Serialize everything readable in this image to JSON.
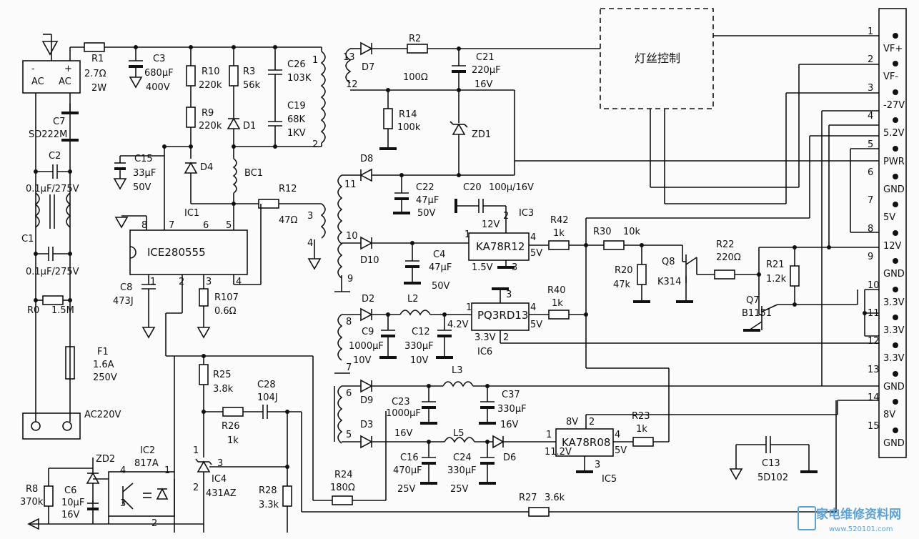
{
  "title": "灯丝控制",
  "watermark": {
    "text": "家电维修资料网",
    "url": "www.520101.com"
  },
  "connector": {
    "pins": [
      "1",
      "2",
      "3",
      "4",
      "5",
      "6",
      "7",
      "8",
      "9",
      "10",
      "11",
      "12",
      "13",
      "14",
      "15"
    ],
    "signals": [
      "VF+",
      "VF-",
      "-27V",
      "5.2V",
      "PWR",
      "GND",
      "5V",
      "12V",
      "GND",
      "3.3V",
      "3.3V",
      "3.3V",
      "GND",
      "8V",
      "GND"
    ]
  },
  "components": {
    "bridge_ac_left": "AC",
    "bridge_ac_right": "AC",
    "bridge_minus": "-",
    "bridge_plus": "+",
    "R1": "R1",
    "R1_val": "2.7Ω",
    "R1_pwr": "2W",
    "C3": "C3",
    "C3_val": "680μF",
    "C3_v": "400V",
    "C7": "C7",
    "C7_val": "SD222M",
    "C2": "C2",
    "C2_val": "0.1μF/275V",
    "C1": "C1",
    "C1_val": "0.1μF/275V",
    "R0": "R0",
    "R0_val": "1.5M",
    "F1": "F1",
    "F1_val": "1.6A",
    "F1_v": "250V",
    "AC220V": "AC220V",
    "R10": "R10",
    "R10_val": "220k",
    "R9": "R9",
    "R9_val": "220k",
    "R3": "R3",
    "R3_val": "56k",
    "D1": "D1",
    "D4": "D4",
    "BC1": "BC1",
    "C26": "C26",
    "C26_val": "103K",
    "C19": "C19",
    "C19_val": "68K",
    "C19_v": "1KV",
    "T1": "1",
    "T2": "2",
    "T3": "3",
    "T4": "4",
    "R12": "R12",
    "R12_val": "47Ω",
    "C15": "C15",
    "C15_val": "33μF",
    "C15_v": "50V",
    "IC1": "IC1",
    "IC1_part": "ICE280555",
    "IC1_p8": "8",
    "IC1_p7": "7",
    "IC1_p6": "6",
    "IC1_p5": "5",
    "IC1_p1": "1",
    "IC1_p2": "2",
    "IC1_p3": "3",
    "IC1_p4": "4",
    "C8": "C8",
    "C8_val": "473J",
    "R107": "R107",
    "R107_val": "0.6Ω",
    "R25": "R25",
    "R25_val": "3.8k",
    "R26": "R26",
    "R26_val": "1k",
    "C28": "C28",
    "C28_val": "104J",
    "IC4": "IC4",
    "IC4_part": "431AZ",
    "IC4_p1": "1",
    "IC4_p2": "2",
    "IC4_p3": "3",
    "R28": "R28",
    "R28_val": "3.3k",
    "IC2": "IC2",
    "IC2_part": "817A",
    "IC2_p1": "1",
    "IC2_p2": "2",
    "IC2_p3": "3",
    "IC2_p4": "4",
    "ZD2": "ZD2",
    "C6": "C6",
    "C6_val": "10μF",
    "C6_v": "16V",
    "R8": "R8",
    "R8_val": "370k",
    "R24": "R24",
    "R24_val": "180Ω",
    "R27": "R27",
    "R27_val": "3.6k",
    "S13": "13",
    "S12": "12",
    "D7": "D7",
    "R2": "R2",
    "R2_val": "100Ω",
    "C21": "C21",
    "C21_val": "220μF",
    "C21_v": "16V",
    "R14": "R14",
    "R14_val": "100k",
    "ZD1": "ZD1",
    "D8": "D8",
    "S11": "11",
    "C22": "C22",
    "C22_val": "47μF",
    "C22_v": "50V",
    "C20": "C20",
    "C20_val": "100μ/16V",
    "S10": "10",
    "D10": "D10",
    "S9": "9",
    "C4": "C4",
    "C4_val": "47μF",
    "C4_v": "50V",
    "IC3": "IC3",
    "IC3_part": "KA78R12",
    "IC3_p1": "1",
    "IC3_p2": "2",
    "IC3_p3": "3",
    "IC3_p4": "4",
    "IC3_in": "12V",
    "IC3_out": "5V",
    "IC3_ctl": "1.5V",
    "R42": "R42",
    "R42_val": "1k",
    "R30": "R30",
    "R30_val": "10k",
    "R20": "R20",
    "R20_val": "47k",
    "Q8": "Q8",
    "Q8_part": "K314",
    "R22": "R22",
    "R22_val": "220Ω",
    "R21": "R21",
    "R21_val": "1.2k",
    "Q7": "Q7",
    "Q7_part": "B1151",
    "D2": "D2",
    "L2": "L2",
    "S8": "8",
    "S7": "7",
    "C9": "C9",
    "C9_val": "1000μF",
    "C9_v": "10V",
    "C12": "C12",
    "C12_val": "330μF",
    "C12_v": "10V",
    "IC6": "IC6",
    "IC6_part": "PQ3RD13",
    "IC6_p1": "1",
    "IC6_p2": "2",
    "IC6_p3": "3",
    "IC6_p4": "4",
    "IC6_in": "4.2V",
    "IC6_out": "5V",
    "IC6_ctl": "3.3V",
    "R40": "R40",
    "R40_val": "1k",
    "S6": "6",
    "D9": "D9",
    "L3": "L3",
    "S5": "5",
    "D3": "D3",
    "C23": "C23",
    "C23_val": "1000μF",
    "C23_v": "16V",
    "C37": "C37",
    "C37_val": "330μF",
    "C37_v": "16V",
    "L5": "L5",
    "C16": "C16",
    "C16_val": "470μF",
    "C16_v": "25V",
    "C24": "C24",
    "C24_val": "330μF",
    "C24_v": "25V",
    "D6": "D6",
    "IC5": "IC5",
    "IC5_part": "KA78R08",
    "IC5_p1": "1",
    "IC5_p2": "2",
    "IC5_p3": "3",
    "IC5_p4": "4",
    "IC5_in": "11.2V",
    "IC5_out": "5V",
    "IC5_ctl": "8V",
    "R23": "R23",
    "R23_val": "1k",
    "C13": "C13",
    "C13_val": "5D102"
  }
}
